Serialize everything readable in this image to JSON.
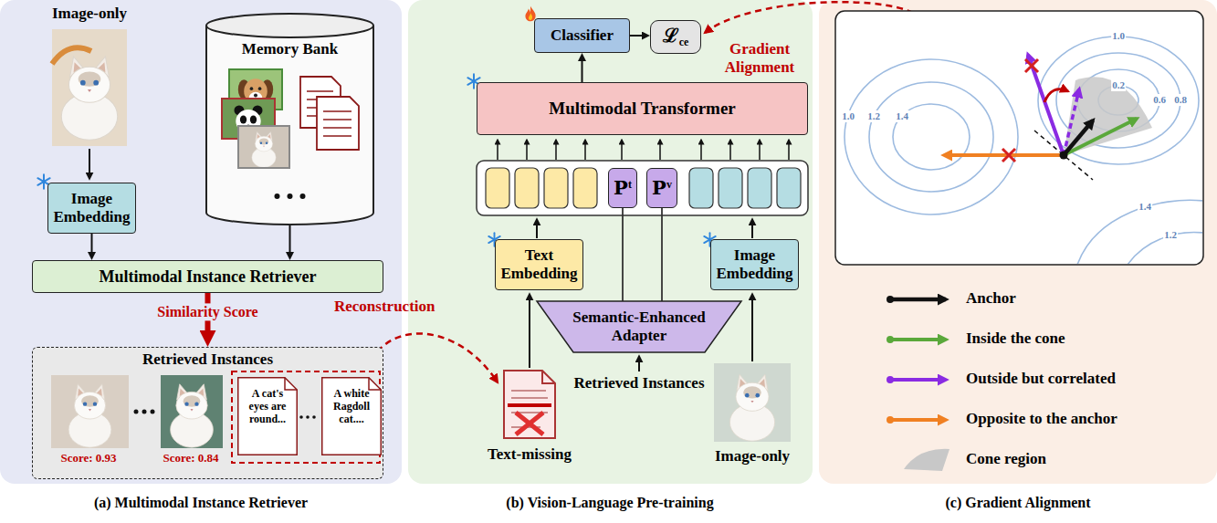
{
  "diagram": {
    "nodes": [
      {
        "text": [
          "Image Embedding"
        ]
      },
      {
        "text": [
          "Memory Bank"
        ]
      },
      {
        "text": [
          "Multimodal Instance Retriever"
        ]
      },
      {
        "text": [
          "Retrieved Instances"
        ]
      },
      {
        "text": [
          "A cat's eyes are round..."
        ],
        "in": 3
      },
      {
        "text": [
          "A white Ragdoll cat...."
        ],
        "in": 3
      },
      {
        "text": [
          "Classifier"
        ]
      },
      {
        "text": [
          "ℒ",
          "ce"
        ]
      },
      {
        "text": [
          "Multimodal Transformer"
        ]
      },
      {
        "text": [
          "P",
          "t"
        ]
      },
      {
        "text": [
          "P",
          "v"
        ]
      },
      {
        "text": [
          "Text Embedding"
        ]
      },
      {
        "text": [
          "Image Embedding"
        ]
      },
      {
        "text": [
          "Semantic-Enhanced Adapter"
        ]
      }
    ],
    "edges": [
      {
        "from": 0,
        "to": 2,
        "arrow": "to"
      },
      {
        "from": 1,
        "to": 2,
        "arrow": "to"
      },
      {
        "from": 2,
        "to": 3,
        "arrow": "to",
        "label": "Similarity Score"
      },
      {
        "from": 6,
        "to": 7,
        "arrow": "to"
      },
      {
        "from": 8,
        "to": 6,
        "arrow": "to"
      },
      {
        "from": 13,
        "to": 9,
        "arrow": "none"
      },
      {
        "from": 13,
        "to": 10,
        "arrow": "none"
      }
    ],
    "labels": [
      "Image-only",
      "Score: 0.93",
      "Score: 0.84",
      "Reconstruction",
      "Gradient Alignment",
      "Text-missing",
      "Retrieved Instances",
      "Image-only",
      "1.0",
      "1.2",
      "1.4",
      "1.0",
      "0.2",
      "0.6",
      "0.8",
      "1.4",
      "1.2",
      "(a) Multimodal Instance Retriever",
      "(b) Vision-Language Pre-training",
      "(c) Gradient Alignment"
    ],
    "legend": [
      {
        "text": "Anchor"
      },
      {
        "text": "Inside the cone"
      },
      {
        "text": "Outside but correlated"
      },
      {
        "text": "Opposite to the anchor"
      },
      {
        "text": "Cone region"
      }
    ]
  }
}
